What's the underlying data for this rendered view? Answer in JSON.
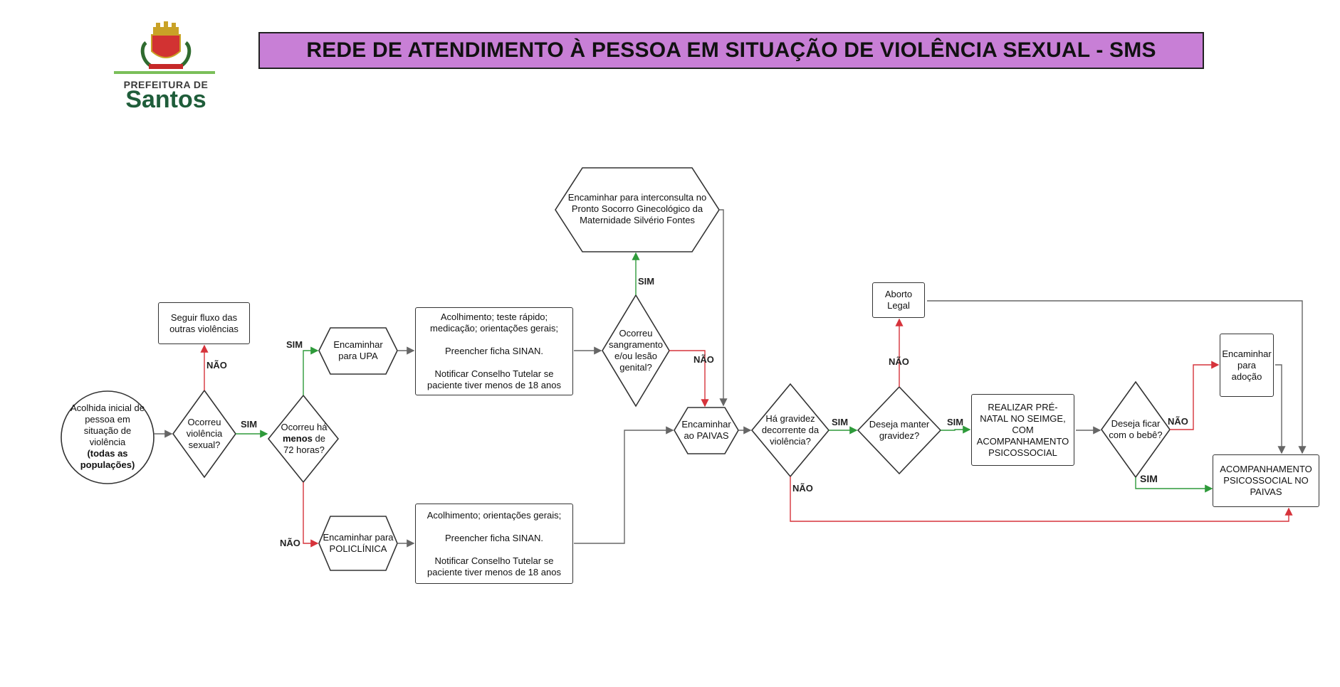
{
  "header": {
    "title": "REDE DE ATENDIMENTO À PESSOA EM SITUAÇÃO DE VIOLÊNCIA SEXUAL - SMS",
    "logo_line1": "PREFEITURA DE",
    "logo_line2": "Santos"
  },
  "colors": {
    "title_bg": "#c87fd6",
    "yes_arrow": "#2e9a3a",
    "no_arrow": "#d6333b",
    "neutral_arrow": "#666666",
    "logo_green": "#1f5d3a"
  },
  "nodes": {
    "start": "Acolhida inicial de pessoa em situação de violência",
    "start_bold": "(todas as populações)",
    "q_violencia": "Ocorreu violência sexual?",
    "seguir_fluxo": "Seguir fluxo das outras violências",
    "q_72h_pre": "Ocorreu há ",
    "q_72h_bold": "menos",
    "q_72h_post": " de 72 horas?",
    "upa": "Encaminhar para UPA",
    "policlinica": "Encaminhar para POLICLÍNICA",
    "upa_box": "Acolhimento; teste rápido; medicação; orientações gerais;\n\nPreencher ficha SINAN.\n\nNotificar Conselho Tutelar se paciente tiver menos de 18 anos",
    "poli_box": "Acolhimento; orientações gerais;\n\nPreencher ficha SINAN.\n\nNotificar Conselho Tutelar se paciente tiver menos de 18 anos",
    "q_sangramento": "Ocorreu sangramento e/ou lesão genital?",
    "interconsulta": "Encaminhar para interconsulta no Pronto Socorro Ginecológico da Maternidade Silvério Fontes",
    "paivas": "Encaminhar ao PAIVAS",
    "q_gravidez": "Há gravidez decorrente da violência?",
    "q_manter": "Deseja manter gravidez?",
    "aborto": "Aborto Legal",
    "prenatal": "REALIZAR PRÉ-NATAL NO SEIMGE, COM ACOMPANHAMENTO PSICOSSOCIAL",
    "q_bebe": "Deseja ficar com o bebê?",
    "adocao": "Encaminhar para adoção",
    "acompanhamento": "ACOMPANHAMENTO PSICOSSOCIAL NO PAIVAS"
  },
  "labels": {
    "sim": "SIM",
    "nao": "NÃO"
  }
}
